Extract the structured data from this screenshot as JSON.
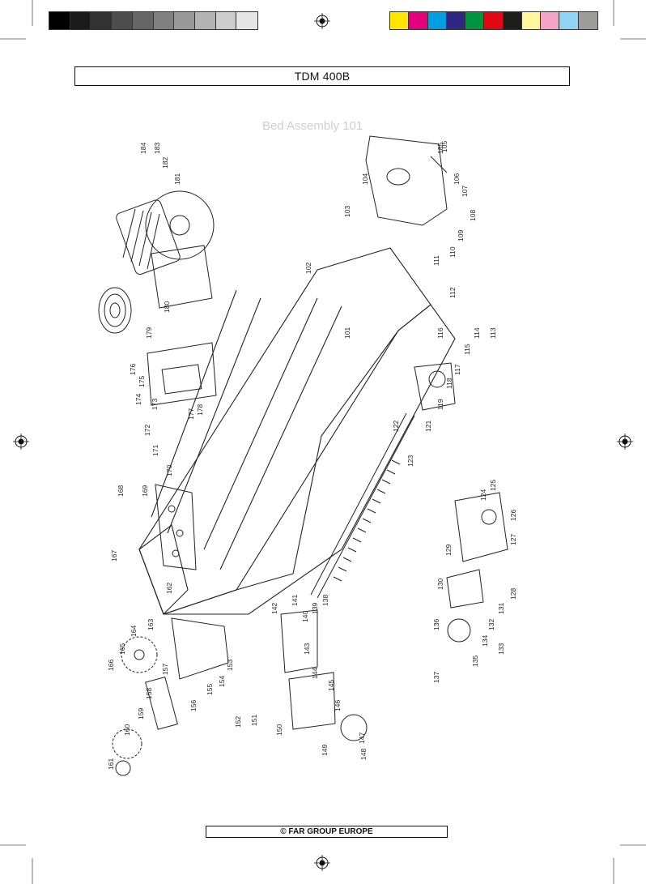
{
  "header": {
    "title": "TDM 400B"
  },
  "drawing": {
    "heading": "Bed Assembly 101",
    "part_numbers": [
      "101",
      "102",
      "103",
      "104",
      "105",
      "106",
      "107",
      "108",
      "109",
      "110",
      "111",
      "112",
      "113",
      "114",
      "115",
      "116",
      "117",
      "118",
      "119",
      "121",
      "122",
      "123",
      "124",
      "125",
      "126",
      "127",
      "128",
      "129",
      "130",
      "131",
      "132",
      "133",
      "134",
      "135",
      "136",
      "137",
      "138",
      "139",
      "140",
      "141",
      "142",
      "143",
      "144",
      "145",
      "146",
      "147",
      "148",
      "149",
      "150",
      "151",
      "152",
      "153",
      "154",
      "155",
      "156",
      "157",
      "158",
      "159",
      "160",
      "161",
      "162",
      "163",
      "164",
      "165",
      "166",
      "167",
      "168",
      "169",
      "170",
      "171",
      "172",
      "173",
      "174",
      "175",
      "176",
      "177",
      "178",
      "179",
      "180",
      "181",
      "182",
      "183",
      "184",
      "185"
    ]
  },
  "footer": {
    "copyright": "© FAR GROUP EUROPE"
  },
  "colors": {
    "gray_bar": [
      "#000000",
      "#1a1a1a",
      "#333333",
      "#4d4d4d",
      "#666666",
      "#808080",
      "#999999",
      "#b3b3b3",
      "#cccccc",
      "#e6e6e6"
    ],
    "color_bar": [
      "#ffe600",
      "#e5007e",
      "#009fe3",
      "#312783",
      "#009640",
      "#e30613",
      "#1d1d1b",
      "#fff59b",
      "#f5a3c7",
      "#8fd3f5",
      "#9d9d9c"
    ]
  }
}
